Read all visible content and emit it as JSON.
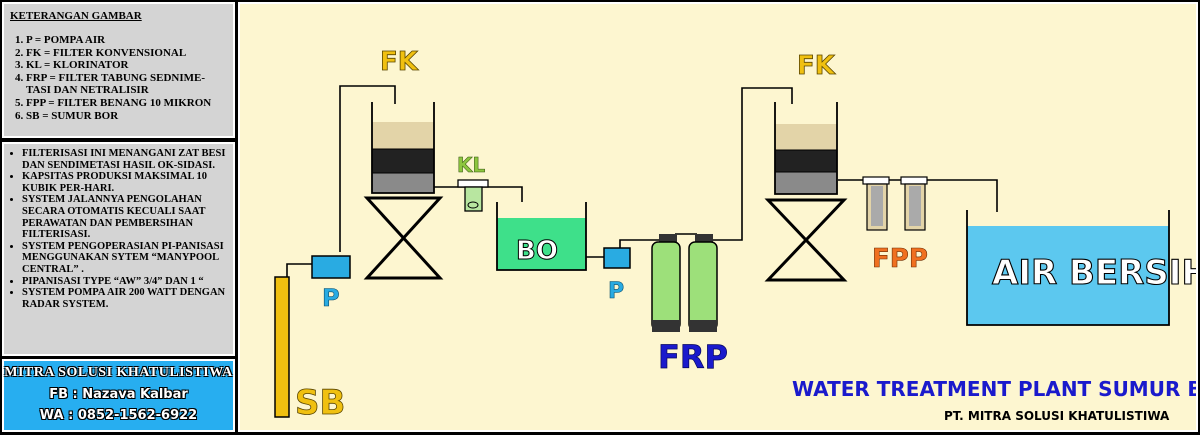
{
  "legend": {
    "title": "KETERANGAN GAMBAR",
    "items": [
      "P = POMPA AIR",
      "FK = FILTER KONVENSIONAL",
      "KL = KLORINATOR",
      "FRP = FILTER TABUNG SEDNIME-TASI DAN NETRALISIR",
      "FPP = FILTER BENANG 10 MIKRON",
      "SB = SUMUR BOR"
    ]
  },
  "notes": [
    "FILTERISASI  INI MENANGANI ZAT BESI DAN SENDIMETASI HASIL OK-SIDASI.",
    "KAPSITAS PRODUKSI MAKSIMAL 10 KUBIK PER-HARI.",
    "SYSTEM JALANNYA PENGOLAHAN SECARA OTOMATIS KECUALI SAAT PERAWATAN DAN PEMBERSIHAN FILTERISASI.",
    "SYSTEM PENGOPERASIAN PI-PANISASI MENGGUNAKAN SYTEM “MANYPOOL CENTRAL” .",
    "PIPANISASI TYPE “AW” 3/4” DAN 1 “",
    "SYSTEM POMPA  AIR 200 WATT DENGAN RADAR SYSTEM."
  ],
  "contact": {
    "company": "MITRA SOLUSI KHATULISTIWA",
    "fb": "FB : Nazava Kalbar",
    "wa": "WA : 0852-1562-6922"
  },
  "diagram": {
    "labels": {
      "fk1": "FK",
      "fk2": "FK",
      "kl": "KL",
      "bo": "BO",
      "p1": "P",
      "p2": "P",
      "frp": "FRP",
      "fpp": "FPP",
      "sb": "SB",
      "air_bersih": "AIR BERSIH"
    },
    "title": "WATER TREATMENT PLANT SUMUR BOR",
    "subtitle": "PT. MITRA SOLUSI KHATULISTIWA",
    "colors": {
      "fk_label": "#f0c010",
      "kl_label": "#8dc63f",
      "p_label": "#29abe2",
      "frp_label": "#1a1acc",
      "fpp_label": "#f07020",
      "sb_label": "#f0c010",
      "title": "#1a1acc",
      "bo_fill": "#3ee08a",
      "air_fill": "#5cc8ef",
      "frp_tank": "#9de07a"
    }
  }
}
